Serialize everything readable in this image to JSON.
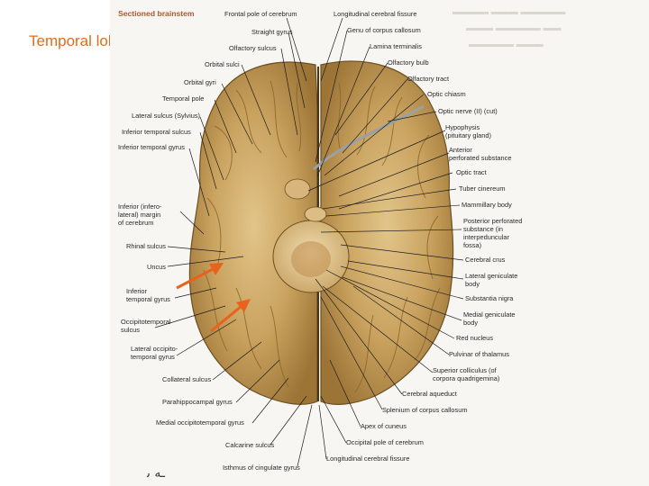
{
  "slide": {
    "title": "Temporal lobe"
  },
  "plate": {
    "heading": "Sectioned brainstem",
    "labels_left": [
      "Frontal pole of cerebrum",
      "Straight gyrus",
      "Olfactory sulcus",
      "Orbital sulci",
      "Orbital gyri",
      "Temporal pole",
      "Lateral sulcus (Sylvius)",
      "Inferior temporal sulcus",
      "Inferior temporal gyrus",
      "Inferior (infero-",
      "lateral) margin",
      "of cerebrum",
      "Rhinal sulcus",
      "Uncus",
      "Inferior",
      "temporal gyrus",
      "Occipitotemporal",
      "sulcus",
      "Lateral occipito-",
      "temporal gyrus",
      "Collateral sulcus",
      "Parahippocampal gyrus",
      "Medial occipitotemporal gyrus",
      "Calcarine sulcus",
      "Isthmus of cingulate gyrus"
    ],
    "labels_right": [
      "Longitudinal cerebral fissure",
      "Genu of corpus callosum",
      "Lamina terminalis",
      "Olfactory bulb",
      "Olfactory tract",
      "Optic chiasm",
      "Optic nerve (II) (cut)",
      "Hypophysis",
      "(pituitary gland)",
      "Anterior",
      "perforated substance",
      "Optic tract",
      "Tuber cinereum",
      "Mammillary body",
      "Posterior perforated",
      "substance (in",
      "interpeduncular",
      "fossa)",
      "Cerebral crus",
      "Lateral geniculate",
      "body",
      "Substantia nigra",
      "Medial geniculate",
      "body",
      "Red nucleus",
      "Pulvinar of thalamus",
      "Superior colliculus (of",
      "corpora quadrigemina)",
      "Cerebral aqueduct",
      "Splenium of corpus callosum",
      "Apex of cuneus",
      "Occipital pole of cerebrum",
      "Longitudinal cerebral fissure"
    ]
  },
  "colors": {
    "title": "#e36c1a",
    "arrow": "#e8621c",
    "heading": "#b5542c",
    "brain": "#c9a25f"
  },
  "icons": {
    "annotation_arrows": "orange-arrow-icon"
  }
}
